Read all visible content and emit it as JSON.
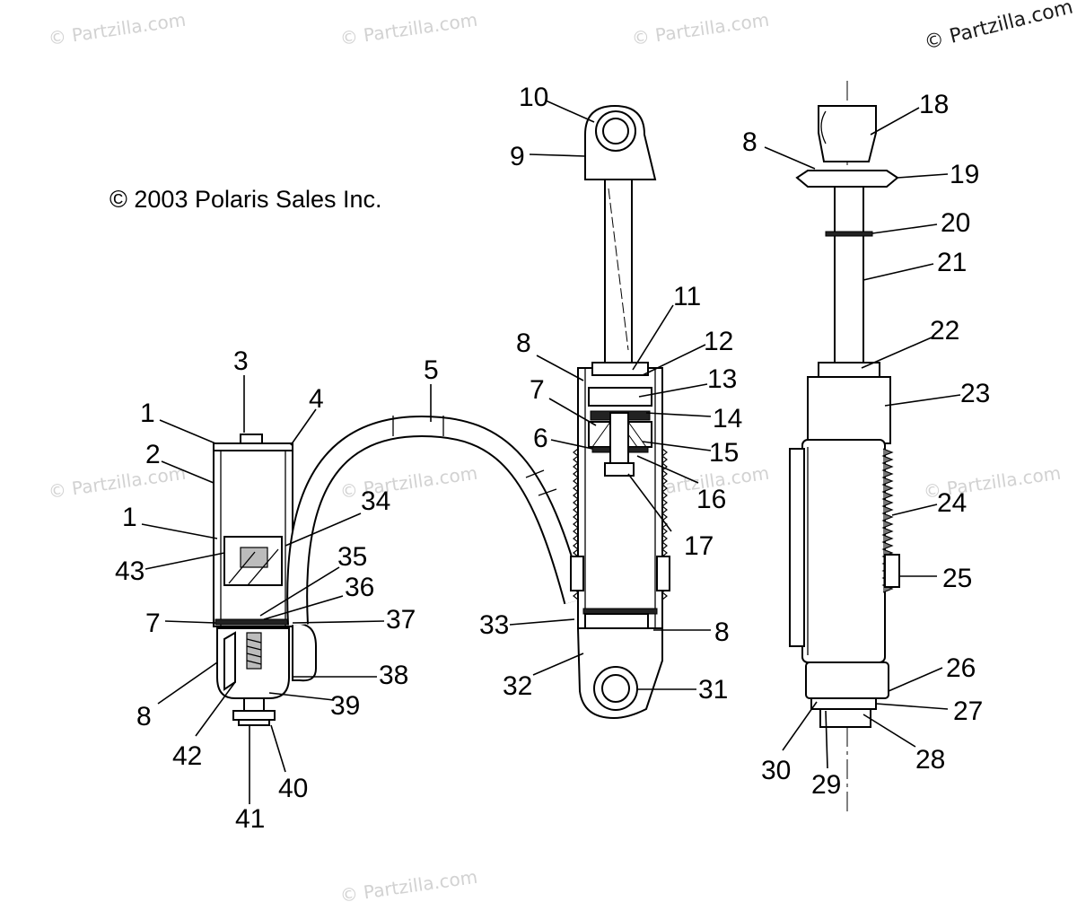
{
  "watermarks": [
    "© Partzilla.com",
    "© Partzilla.com",
    "© Partzilla.com",
    "© Partzilla.com",
    "© Partzilla.com",
    "© Partzilla.com",
    "© Partzilla.com",
    "© Partzilla.com"
  ],
  "watermark_corner": "© Partzilla.com",
  "copyright": "© 2003 Polaris Sales Inc.",
  "callouts": [
    "10",
    "9",
    "18",
    "8",
    "19",
    "20",
    "21",
    "11",
    "12",
    "8",
    "13",
    "7",
    "14",
    "6",
    "15",
    "16",
    "17",
    "3",
    "1",
    "4",
    "2",
    "5",
    "1",
    "34",
    "43",
    "35",
    "36",
    "7",
    "37",
    "8",
    "42",
    "39",
    "38",
    "40",
    "41",
    "33",
    "8",
    "32",
    "31",
    "22",
    "23",
    "24",
    "25",
    "26",
    "27",
    "28",
    "29",
    "30"
  ]
}
